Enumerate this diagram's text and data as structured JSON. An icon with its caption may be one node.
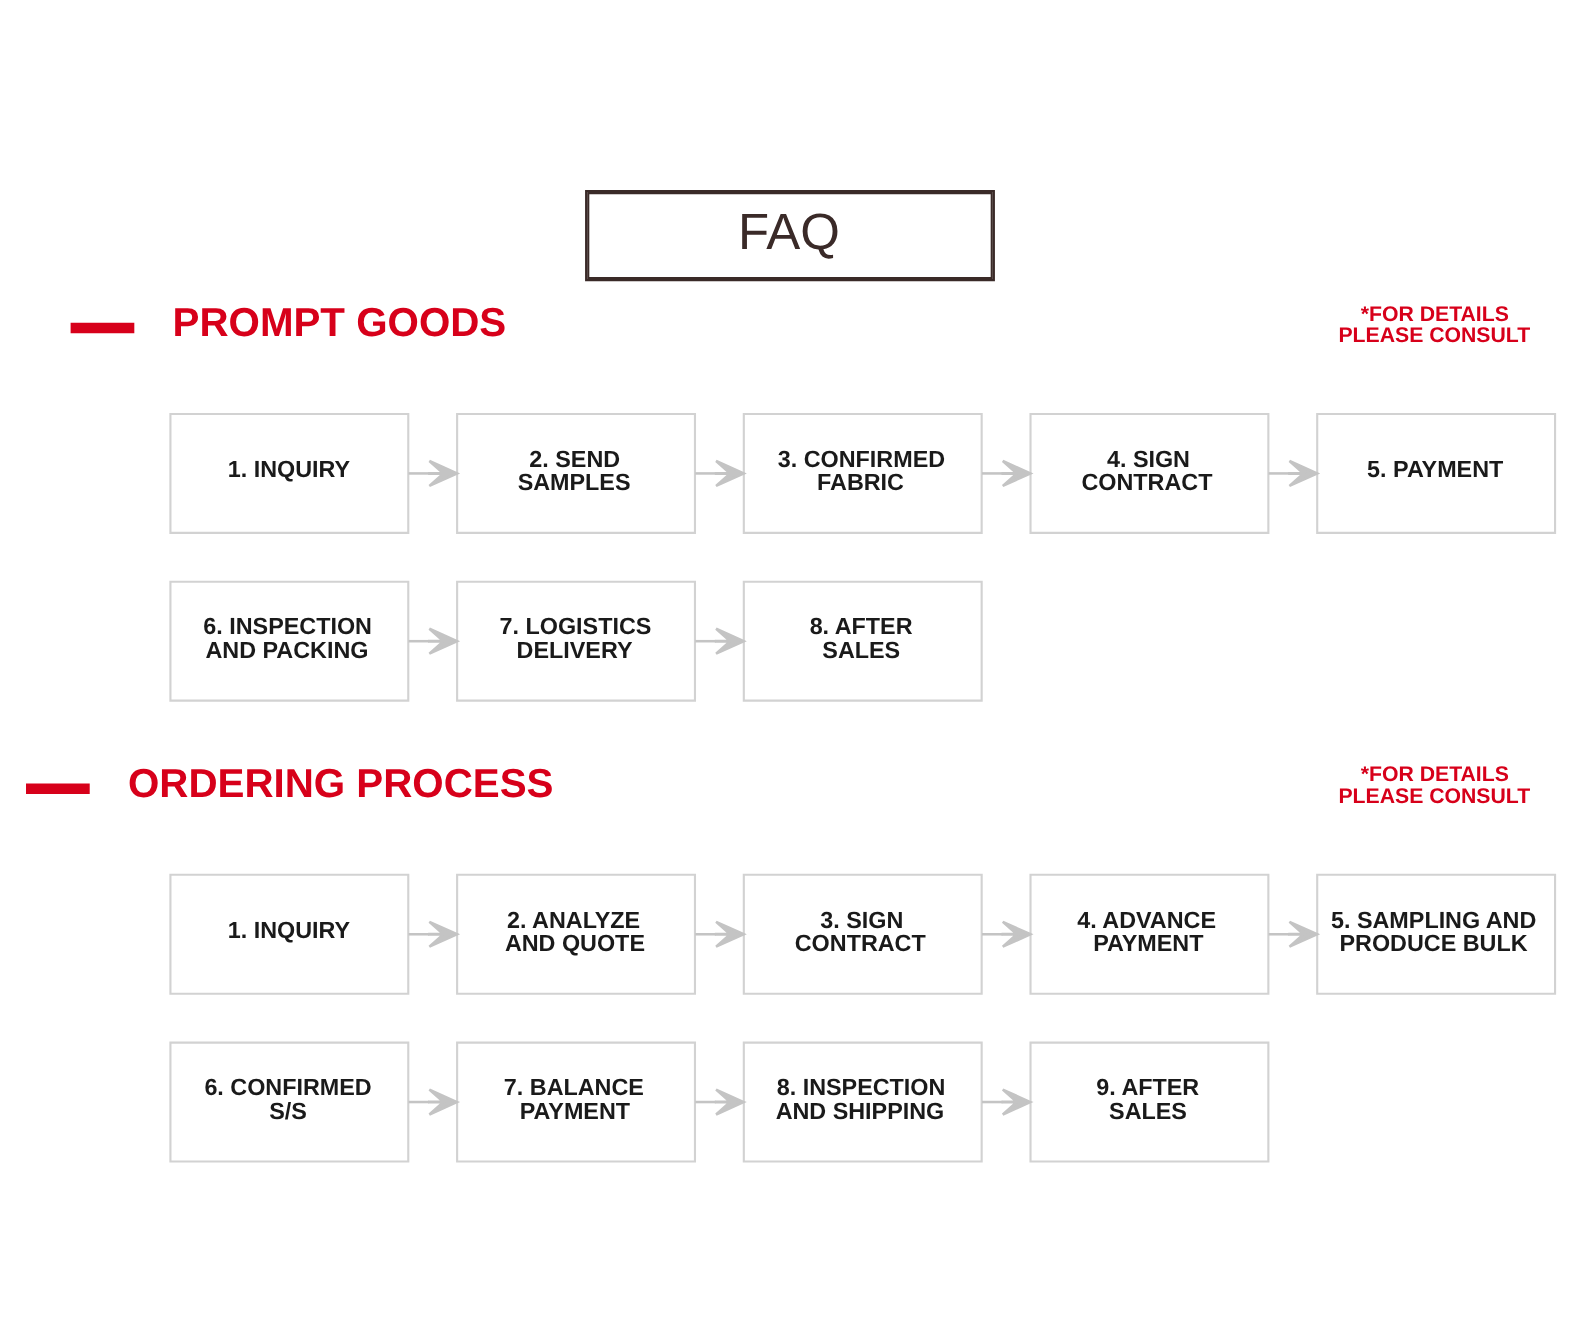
{
  "diagram": {
    "title": "FAQ",
    "nodes": [
      {
        "text": [
          "1. INQUIRY"
        ]
      },
      {
        "text": [
          "2. SEND SAMPLES"
        ]
      },
      {
        "text": [
          "3. CONFIRMED FABRIC"
        ]
      },
      {
        "text": [
          "4. SIGN CONTRACT"
        ]
      },
      {
        "text": [
          "5. PAYMENT"
        ]
      },
      {
        "text": [
          "6. INSPECTION AND PACKING"
        ]
      },
      {
        "text": [
          "7. LOGISTICS DELIVERY"
        ]
      },
      {
        "text": [
          "8. AFTER SALES"
        ]
      },
      {
        "text": [
          "1. INQUIRY"
        ]
      },
      {
        "text": [
          "2. ANALYZE AND QUOTE"
        ]
      },
      {
        "text": [
          "3. SIGN CONTRACT"
        ]
      },
      {
        "text": [
          "4. ADVANCE PAYMENT"
        ]
      },
      {
        "text": [
          "5. SAMPLING AND PRODUCE BULK"
        ]
      },
      {
        "text": [
          "6. CONFIRMED S/S"
        ]
      },
      {
        "text": [
          "7. BALANCE PAYMENT"
        ]
      },
      {
        "text": [
          "8. INSPECTION AND SHIPPING"
        ]
      },
      {
        "text": [
          "9. AFTER SALES"
        ]
      }
    ],
    "edges": [
      {
        "from": 0,
        "to": 1,
        "arrow": "to"
      },
      {
        "from": 1,
        "to": 2,
        "arrow": "to"
      },
      {
        "from": 2,
        "to": 3,
        "arrow": "to"
      },
      {
        "from": 3,
        "to": 4,
        "arrow": "to"
      },
      {
        "from": 5,
        "to": 6,
        "arrow": "to"
      },
      {
        "from": 6,
        "to": 7,
        "arrow": "to"
      },
      {
        "from": 8,
        "to": 9,
        "arrow": "to"
      },
      {
        "from": 9,
        "to": 10,
        "arrow": "to"
      },
      {
        "from": 10,
        "to": 11,
        "arrow": "to"
      },
      {
        "from": 11,
        "to": 12,
        "arrow": "to"
      },
      {
        "from": 13,
        "to": 14,
        "arrow": "to"
      },
      {
        "from": 14,
        "to": 15,
        "arrow": "to"
      },
      {
        "from": 15,
        "to": 16,
        "arrow": "to"
      }
    ],
    "labels": [
      "PROMPT GOODS",
      "*FOR DETAILS PLEASE CONSULT",
      "ORDERING PROCESS",
      "*FOR DETAILS PLEASE CONSULT"
    ]
  }
}
